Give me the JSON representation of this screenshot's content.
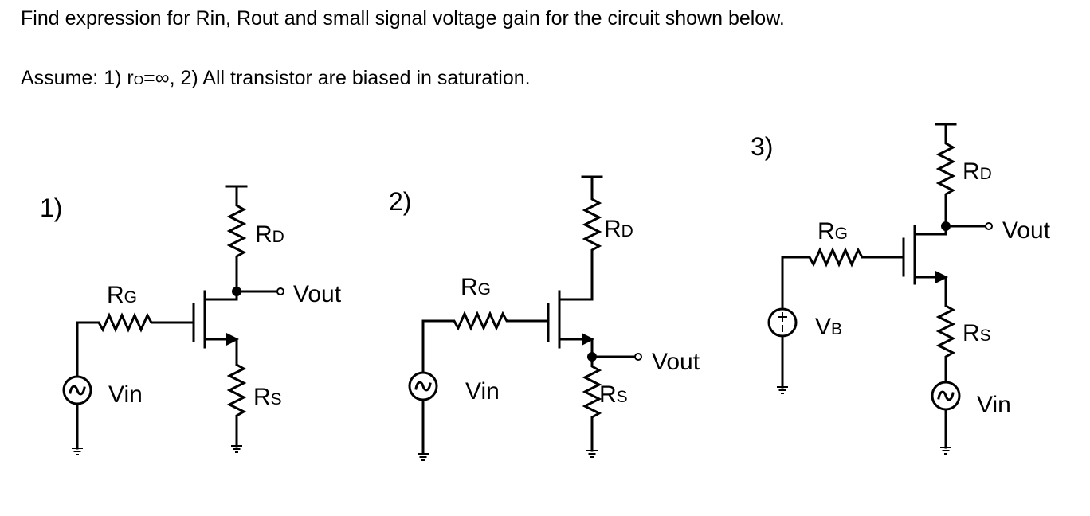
{
  "question": {
    "line1": "Find expression for Rin, Rout and small signal voltage gain for the circuit shown below.",
    "line2_prefix": "Assume: 1) r",
    "line2_sub": "O",
    "line2_suffix": "=∞, 2) All transistor are biased in saturation."
  },
  "circuits": [
    {
      "number": "1)",
      "rd": {
        "main": "R",
        "sub": "D"
      },
      "rg": {
        "main": "R",
        "sub": "G"
      },
      "rs": {
        "main": "R",
        "sub": "S"
      },
      "vin": "Vin",
      "vout": "Vout"
    },
    {
      "number": "2)",
      "rd": {
        "main": "R",
        "sub": "D"
      },
      "rg": {
        "main": "R",
        "sub": "G"
      },
      "rs": {
        "main": "R",
        "sub": "S"
      },
      "vin": "Vin",
      "vout": "Vout"
    },
    {
      "number": "3)",
      "rd": {
        "main": "R",
        "sub": "D"
      },
      "rg": {
        "main": "R",
        "sub": "G"
      },
      "rs": {
        "main": "R",
        "sub": "S"
      },
      "vb": {
        "main": "V",
        "sub": "B"
      },
      "vin": "Vin",
      "vout": "Vout"
    }
  ]
}
